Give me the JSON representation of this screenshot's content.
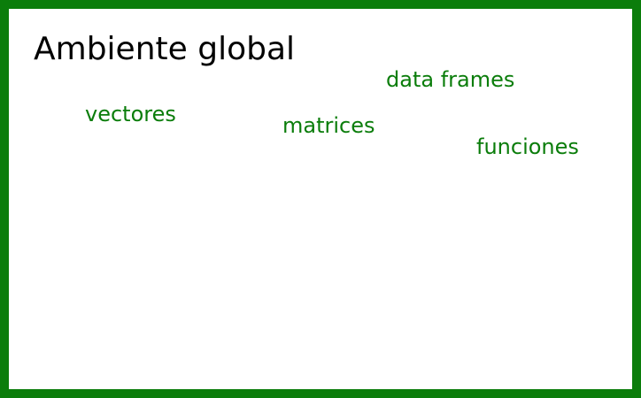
{
  "title": "Ambiente global",
  "colors": {
    "border": "#0b7d0b",
    "term_text": "#0b7d0b",
    "title_text": "#000000",
    "background": "#ffffff"
  },
  "terms": {
    "vectores": "vectores",
    "matrices": "matrices",
    "data_frames": "data frames",
    "funciones": "funciones"
  }
}
